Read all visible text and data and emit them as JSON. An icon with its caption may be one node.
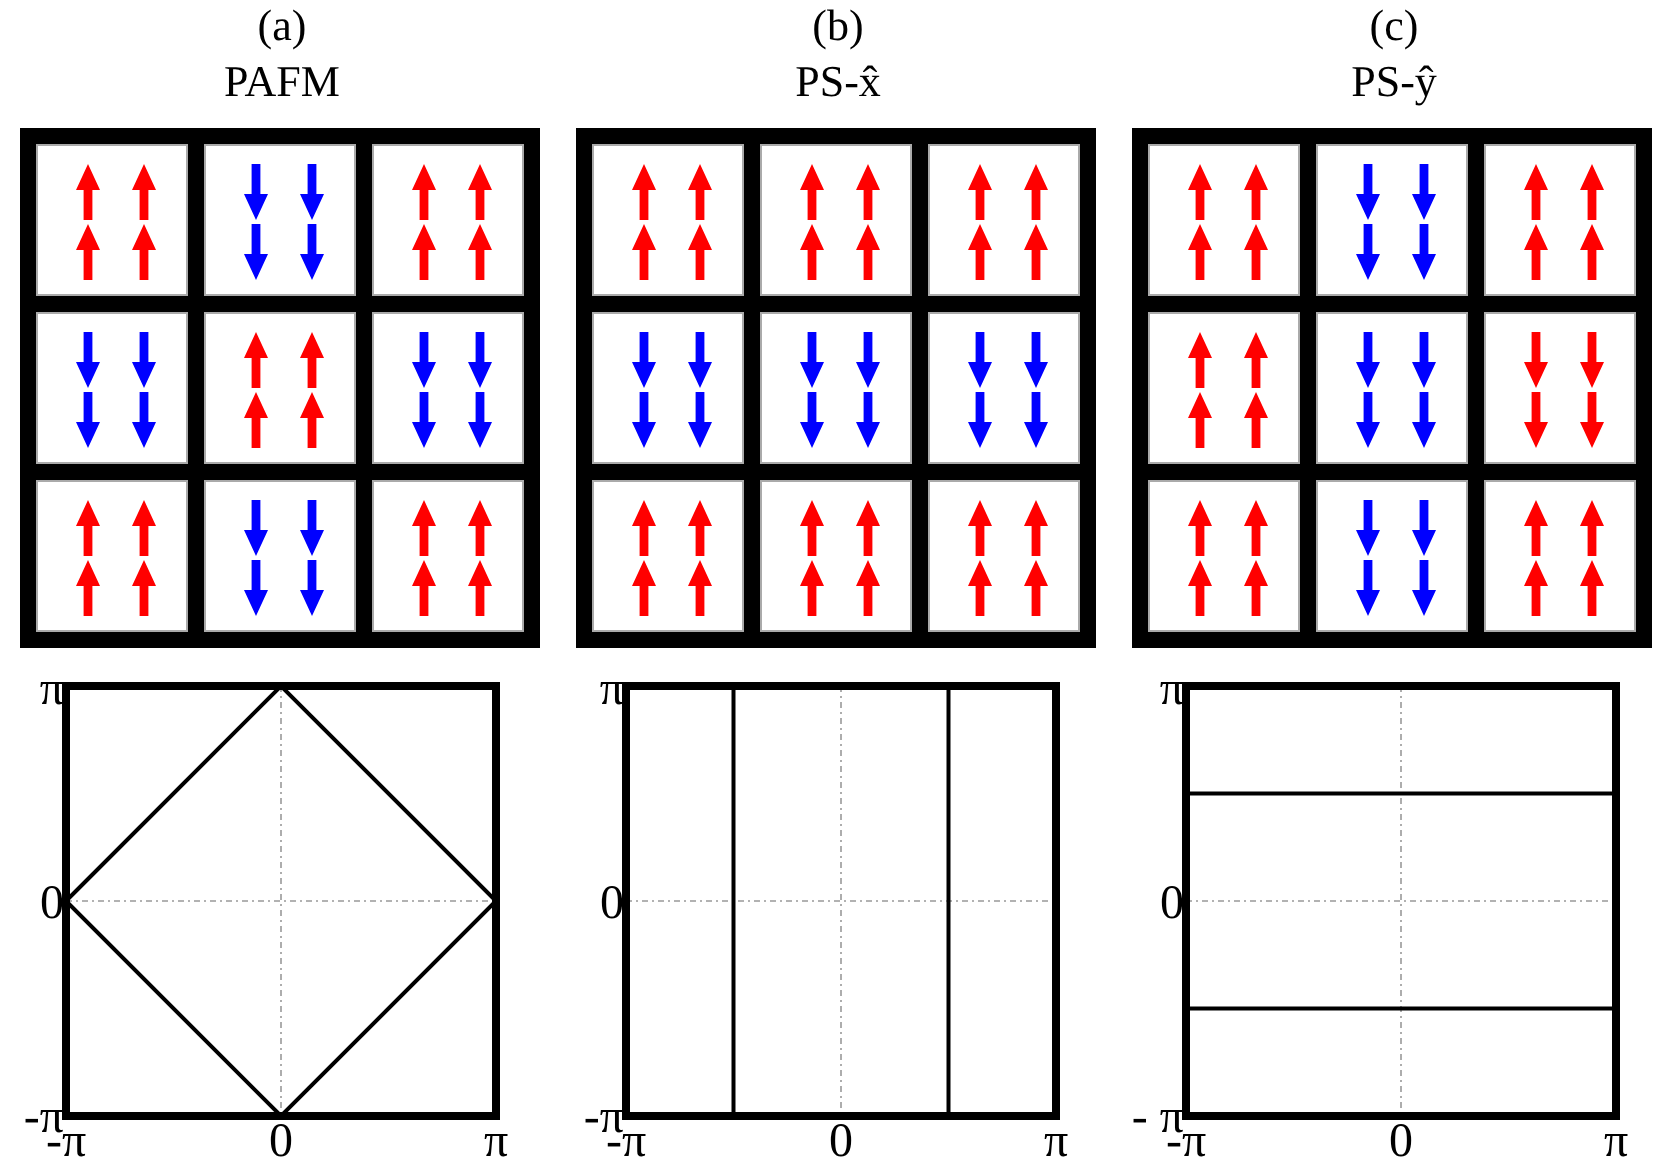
{
  "diagram": {
    "labels": [
      "(a)",
      "PAFM",
      "π",
      "0",
      "-π",
      "-π",
      "0",
      "π",
      "(b)",
      "PS-x̂",
      "π",
      "0",
      "-π",
      "-π",
      "0",
      "π",
      "(c)",
      "PS-ŷ",
      "π",
      "0",
      "- π",
      "-π",
      "0",
      "π"
    ]
  }
}
